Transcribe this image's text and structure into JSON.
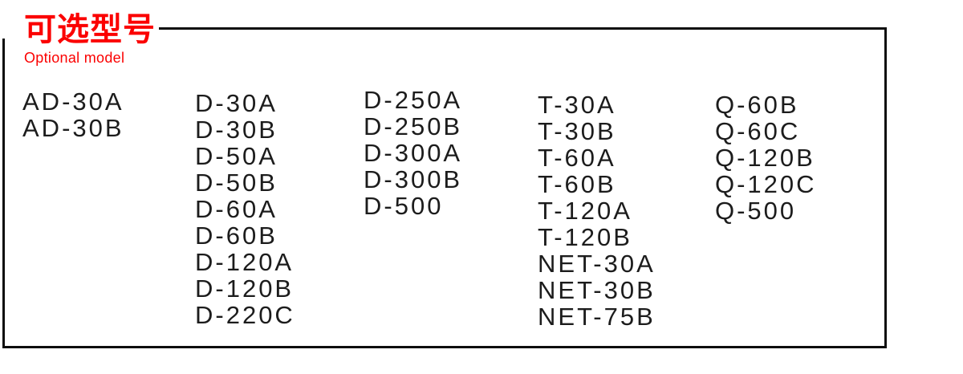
{
  "header": {
    "title_zh": "可选型号",
    "title_en": "Optional model"
  },
  "colors": {
    "accent_red": "#fb0000",
    "text_black": "#1c1c1c",
    "border_black": "#0d0d0d"
  },
  "model_columns": [
    {
      "models": [
        "AD-30A",
        "AD-30B"
      ]
    },
    {
      "models": [
        "D-30A",
        "D-30B",
        "D-50A",
        "D-50B",
        "D-60A",
        "D-60B",
        "D-120A",
        "D-120B",
        "D-220C"
      ]
    },
    {
      "models": [
        "D-250A",
        "D-250B",
        "D-300A",
        "D-300B",
        "D-500"
      ]
    },
    {
      "models": [
        "T-30A",
        "T-30B",
        "T-60A",
        "T-60B",
        "T-120A",
        "T-120B",
        "NET-30A",
        "NET-30B",
        "NET-75B"
      ]
    },
    {
      "models": [
        "Q-60B",
        "Q-60C",
        "Q-120B",
        "Q-120C",
        "Q-500"
      ]
    }
  ]
}
